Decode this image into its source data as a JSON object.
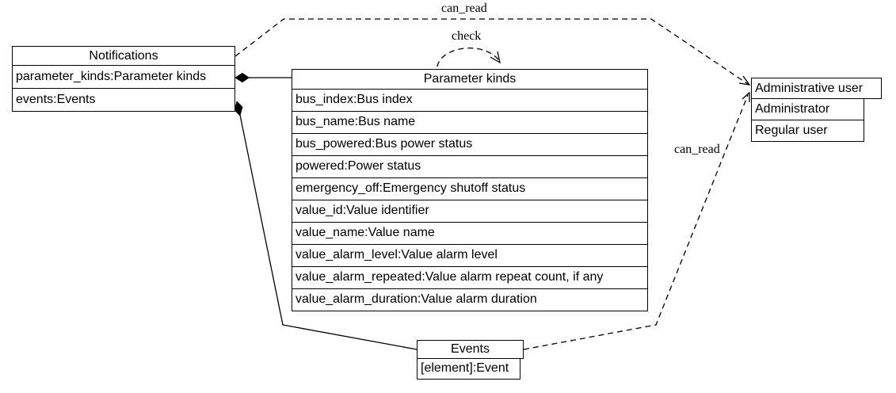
{
  "diagram": {
    "nodes": {
      "notifications": {
        "title": "Notifications",
        "rows": [
          "parameter_kinds:Parameter kinds",
          "events:Events"
        ]
      },
      "parameter_kinds": {
        "title": "Parameter kinds",
        "rows": [
          "bus_index:Bus index",
          "bus_name:Bus name",
          "bus_powered:Bus power status",
          "powered:Power status",
          "emergency_off:Emergency shutoff status",
          "value_id:Value identifier",
          "value_name:Value name",
          "value_alarm_level:Value alarm level",
          "value_alarm_repeated:Value alarm repeat count, if any",
          "value_alarm_duration:Value alarm duration"
        ]
      },
      "administrative_user": {
        "title": "Administrative user",
        "rows": [
          "Administrator",
          "Regular user"
        ]
      },
      "events": {
        "title": "Events",
        "rows": [
          "[element]:Event"
        ]
      }
    },
    "edges": [
      {
        "label": "can_read",
        "from": "Notifications",
        "to": "Administrative user",
        "style": "dashed",
        "arrow": "open"
      },
      {
        "label": "check",
        "from": "Parameter kinds",
        "to": "Parameter kinds",
        "style": "dashed",
        "arrow": "open"
      },
      {
        "label": "can_read",
        "from": "Events",
        "to": "Administrative user",
        "style": "dashed",
        "arrow": "open"
      },
      {
        "label": "",
        "from": "Notifications:parameter_kinds",
        "to": "Parameter kinds",
        "style": "solid",
        "arrow": "filled-diamond"
      },
      {
        "label": "",
        "from": "Notifications:events",
        "to": "Events",
        "style": "solid",
        "arrow": "filled-diamond"
      }
    ],
    "colors": {
      "line": "#000000",
      "text": "#000000",
      "background": "#ffffff",
      "box_fill": "#ffffff"
    }
  }
}
